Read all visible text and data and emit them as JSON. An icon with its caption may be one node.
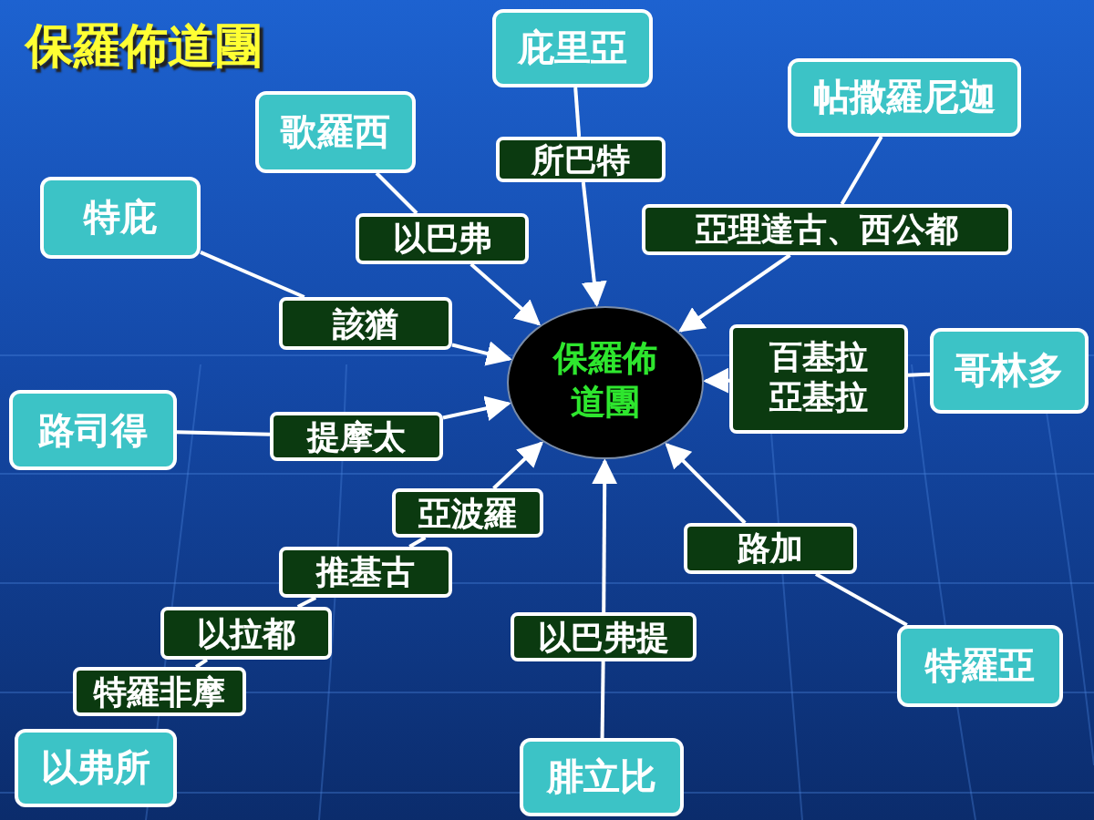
{
  "diagram": {
    "title": "保羅佈道團",
    "nodes": [
      {
        "text": [
          "保羅佈道團"
        ]
      },
      {
        "text": [
          "庇里亞"
        ]
      },
      {
        "text": [
          "歌羅西"
        ]
      },
      {
        "text": [
          "帖撒羅尼迦"
        ]
      },
      {
        "text": [
          "特庇"
        ]
      },
      {
        "text": [
          "哥林多"
        ]
      },
      {
        "text": [
          "路司得"
        ]
      },
      {
        "text": [
          "特羅亞"
        ]
      },
      {
        "text": [
          "以弗所"
        ]
      },
      {
        "text": [
          "腓立比"
        ]
      },
      {
        "text": [
          "亞波羅"
        ]
      },
      {
        "text": [
          "推基古"
        ]
      },
      {
        "text": [
          "以拉都"
        ]
      },
      {
        "text": [
          "特羅非摩"
        ]
      },
      {
        "text": [
          "所巴特"
        ]
      },
      {
        "text": [
          "以巴弗"
        ]
      },
      {
        "text": [
          "亞理達古、西公都"
        ]
      },
      {
        "text": [
          "該猶"
        ]
      },
      {
        "text": [
          "百基拉",
          "亞基拉"
        ]
      },
      {
        "text": [
          "提摩太"
        ]
      },
      {
        "text": [
          "路加"
        ]
      },
      {
        "text": [
          "以巴弗提"
        ]
      }
    ],
    "edges": [
      {
        "from": 1,
        "to": 14,
        "arrow": "none"
      },
      {
        "from": 14,
        "to": 0,
        "arrow": "to"
      },
      {
        "from": 2,
        "to": 15,
        "arrow": "none"
      },
      {
        "from": 15,
        "to": 0,
        "arrow": "to"
      },
      {
        "from": 3,
        "to": 16,
        "arrow": "none"
      },
      {
        "from": 16,
        "to": 0,
        "arrow": "to"
      },
      {
        "from": 4,
        "to": 17,
        "arrow": "none"
      },
      {
        "from": 17,
        "to": 0,
        "arrow": "to"
      },
      {
        "from": 5,
        "to": 18,
        "arrow": "none"
      },
      {
        "from": 18,
        "to": 0,
        "arrow": "to"
      },
      {
        "from": 6,
        "to": 19,
        "arrow": "none"
      },
      {
        "from": 19,
        "to": 0,
        "arrow": "to"
      },
      {
        "from": 7,
        "to": 20,
        "arrow": "none"
      },
      {
        "from": 20,
        "to": 0,
        "arrow": "to"
      },
      {
        "from": 9,
        "to": 21,
        "arrow": "none"
      },
      {
        "from": 21,
        "to": 0,
        "arrow": "to"
      },
      {
        "from": 10,
        "to": 0,
        "arrow": "to"
      },
      {
        "from": 11,
        "to": 10,
        "arrow": "none"
      },
      {
        "from": 12,
        "to": 11,
        "arrow": "none"
      },
      {
        "from": 13,
        "to": 12,
        "arrow": "none"
      }
    ]
  }
}
